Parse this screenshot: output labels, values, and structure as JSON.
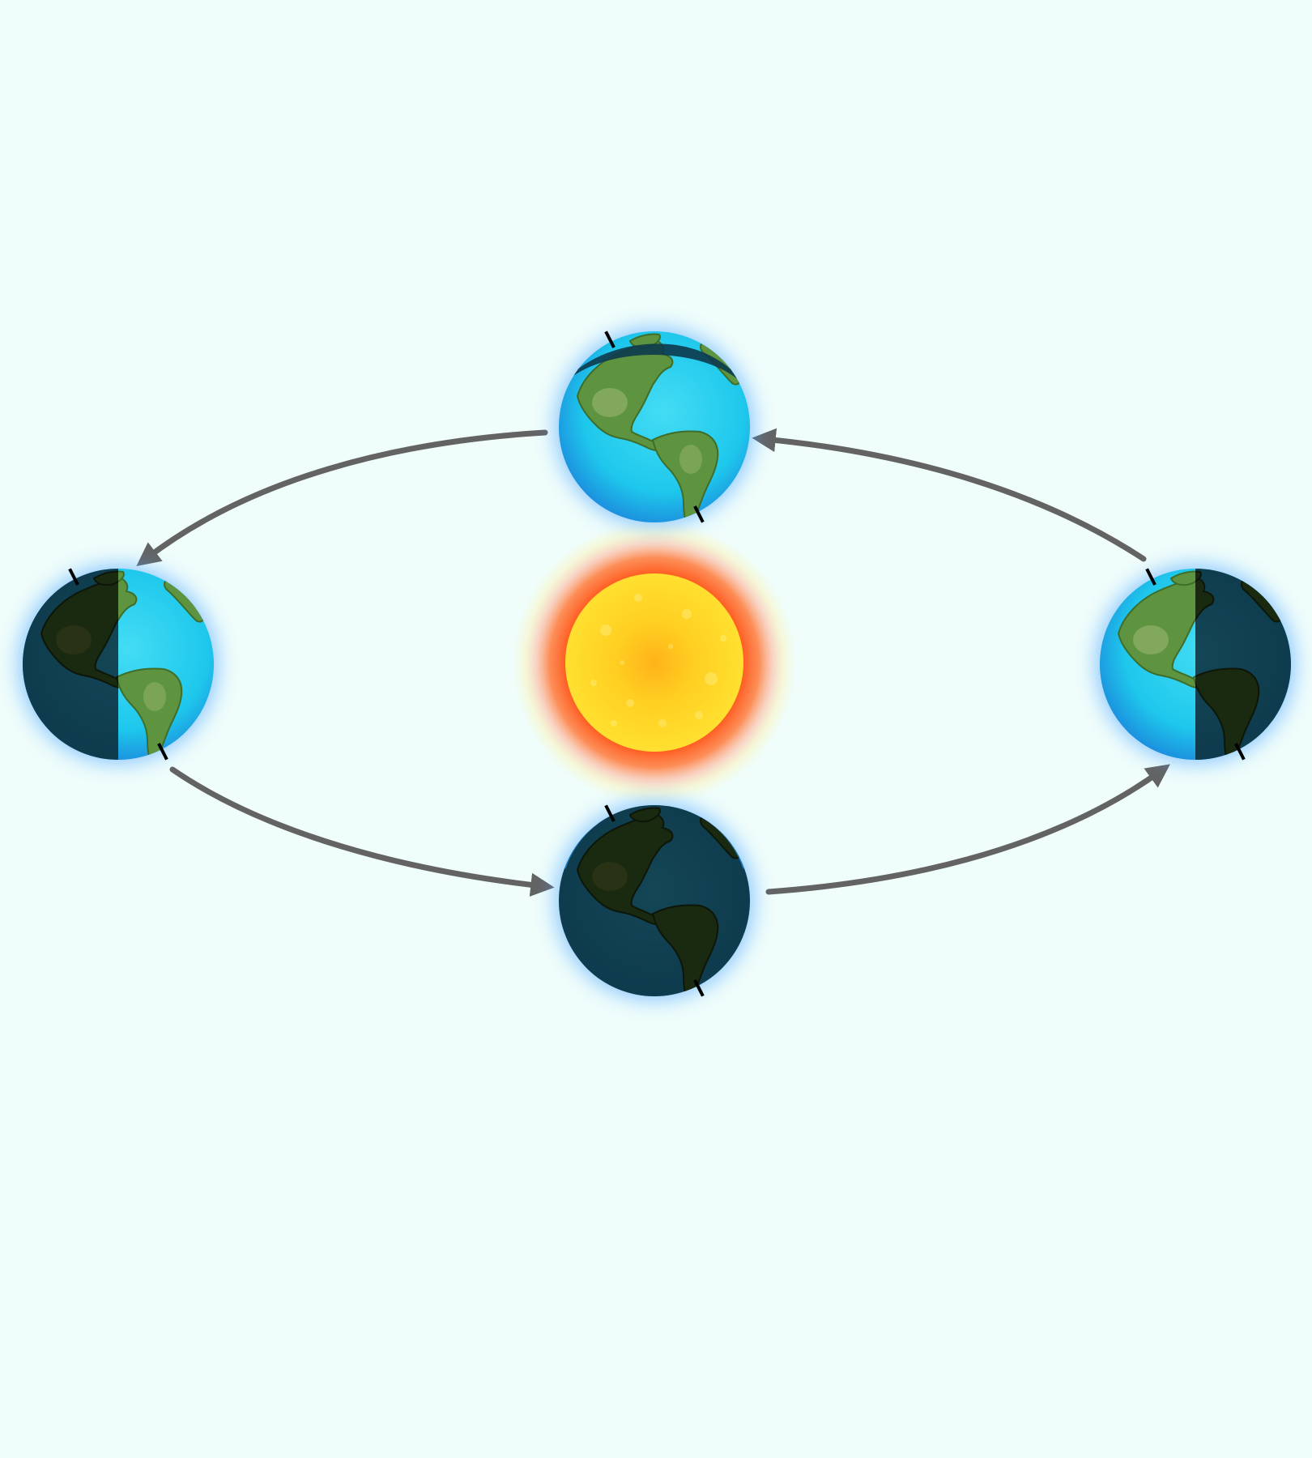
{
  "diagram": {
    "type": "orbit-diagram",
    "background_color": "#effdfb",
    "labels": [],
    "sun": {
      "icon": "sun-icon",
      "colors": {
        "core": "#ffe030",
        "center": "#ffb319",
        "corona": "#ff5a1f",
        "glow": "#fff0a0"
      }
    },
    "earths": [
      {
        "id": "top",
        "icon": "earth-icon",
        "lit_side": "full"
      },
      {
        "id": "left",
        "icon": "earth-icon",
        "lit_side": "right-half"
      },
      {
        "id": "bottom",
        "icon": "earth-icon",
        "lit_side": "none"
      },
      {
        "id": "right",
        "icon": "earth-icon",
        "lit_side": "left-half"
      }
    ],
    "orbit": {
      "direction": "counterclockwise",
      "arrow_color": "#636363",
      "arrows": [
        {
          "from": "top",
          "to": "left"
        },
        {
          "from": "left",
          "to": "bottom"
        },
        {
          "from": "bottom",
          "to": "right"
        },
        {
          "from": "right",
          "to": "top"
        }
      ]
    },
    "colors": {
      "ocean": "#1ec8ec",
      "ocean_edge": "#1c8fde",
      "land": "#5e9440",
      "land_light": "#9fb873",
      "night": "#0d3a4c",
      "night_land": "#1a2a10",
      "atmosphere_glow": "#4aa3ff",
      "axis": "#000000"
    }
  }
}
